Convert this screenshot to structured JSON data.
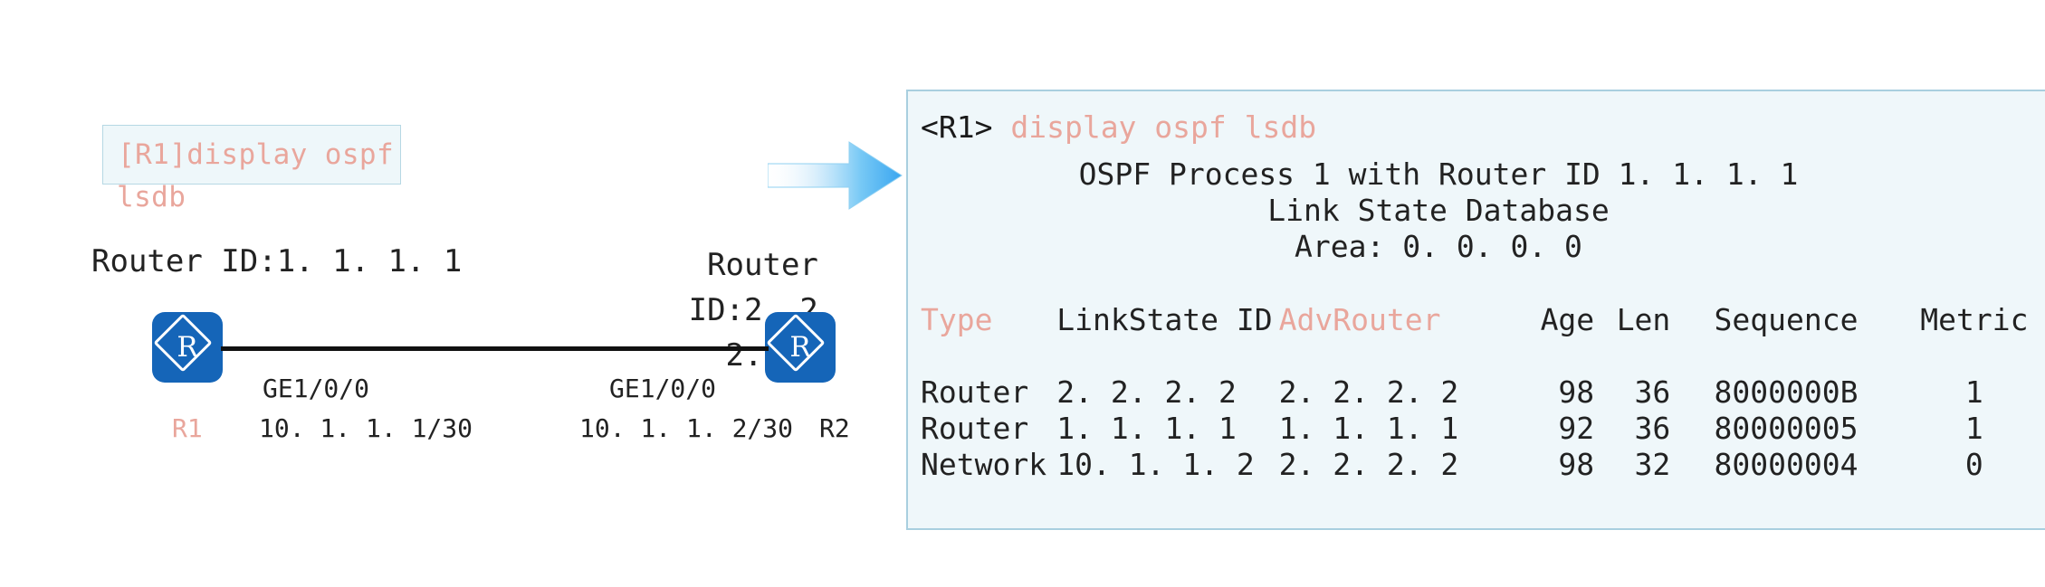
{
  "callout": {
    "command_line1": "[R1]display ospf",
    "command_line2": "lsdb",
    "box_bg": "#eef7fa",
    "box_border": "#b6d8e4",
    "text_color": "#e9a69c"
  },
  "topology": {
    "left_router": {
      "router_id_label": "Router ID:1. 1. 1. 1",
      "name": "R1",
      "name_color": "#e9a69c",
      "interface": "GE1/0/0",
      "ip": "10. 1. 1. 1/30",
      "icon": "router-icon",
      "icon_color": "#1565b8",
      "icon_glyph": "R"
    },
    "right_router": {
      "router_id_label": "Router ID:2. 2. 2. 2",
      "name": "R2",
      "name_color": "#222222",
      "interface": "GE1/0/0",
      "ip": "10. 1. 1. 2/30",
      "icon": "router-icon",
      "icon_color": "#1565b8",
      "icon_glyph": "R"
    },
    "link_color": "#111111",
    "arrow": {
      "icon": "right-arrow-icon",
      "color_start": "#ffffff",
      "color_end": "#3fa9f5"
    }
  },
  "output_panel": {
    "bg": "#eff7fa",
    "border": "#a9cfdf",
    "prompt_host": "<R1>",
    "prompt_command": " display ospf lsdb",
    "header_process": "OSPF Process 1 with Router ID 1. 1. 1. 1",
    "header_database": "Link State Database",
    "header_area": "Area: 0. 0. 0. 0",
    "table": {
      "columns": [
        {
          "label": "Type",
          "color": "#e9a69c"
        },
        {
          "label": "LinkState ID",
          "color": "#222222"
        },
        {
          "label": "AdvRouter",
          "color": "#e9a69c"
        },
        {
          "label": "Age",
          "color": "#222222"
        },
        {
          "label": "Len",
          "color": "#222222"
        },
        {
          "label": "Sequence",
          "color": "#222222"
        },
        {
          "label": "Metric",
          "color": "#222222"
        }
      ],
      "rows": [
        {
          "type": "Router",
          "linkstate_id": "2. 2. 2. 2",
          "advrouter": "2. 2. 2. 2",
          "age": "98",
          "len": "36",
          "sequence": "8000000B",
          "metric": "1"
        },
        {
          "type": "Router",
          "linkstate_id": "1. 1. 1. 1",
          "advrouter": "1. 1. 1. 1",
          "age": "92",
          "len": "36",
          "sequence": "80000005",
          "metric": "1"
        },
        {
          "type": "Network",
          "linkstate_id": "10. 1. 1. 2",
          "advrouter": "2. 2. 2. 2",
          "age": "98",
          "len": "32",
          "sequence": "80000004",
          "metric": "0"
        }
      ]
    }
  }
}
